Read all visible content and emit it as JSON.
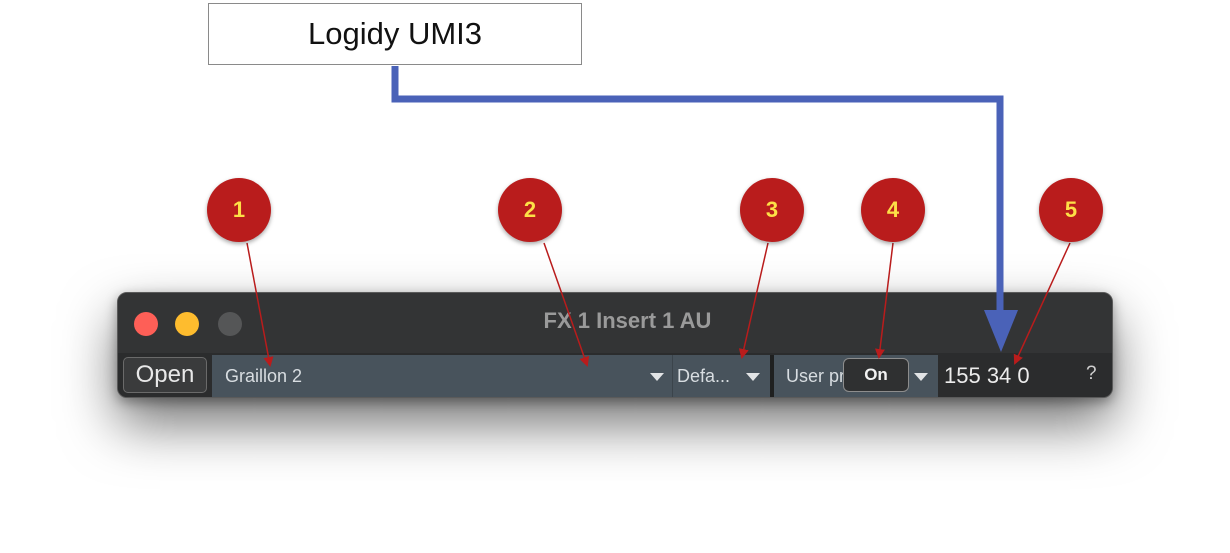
{
  "callout": {
    "label": "Logidy UMI3"
  },
  "window": {
    "title": "FX 1 Insert 1 AU",
    "traffic_lights": {
      "close_color": "#fe5f57",
      "minimize_color": "#febc2e",
      "zoom_color": "#555657"
    }
  },
  "toolbar": {
    "open_label": "Open",
    "plugin_value": "Graillon 2",
    "preset_value": "Defa...",
    "user_presets_value": "User presets",
    "on_label": "On",
    "readout": "155 34 0",
    "help_label": "?"
  },
  "markers": [
    {
      "number": "1"
    },
    {
      "number": "2"
    },
    {
      "number": "3"
    },
    {
      "number": "4"
    },
    {
      "number": "5"
    }
  ],
  "colors": {
    "marker_fill": "#b91c1c",
    "marker_text": "#fde047",
    "pointer_line": "#b91c1c",
    "connector_line": "#4a62b8"
  }
}
